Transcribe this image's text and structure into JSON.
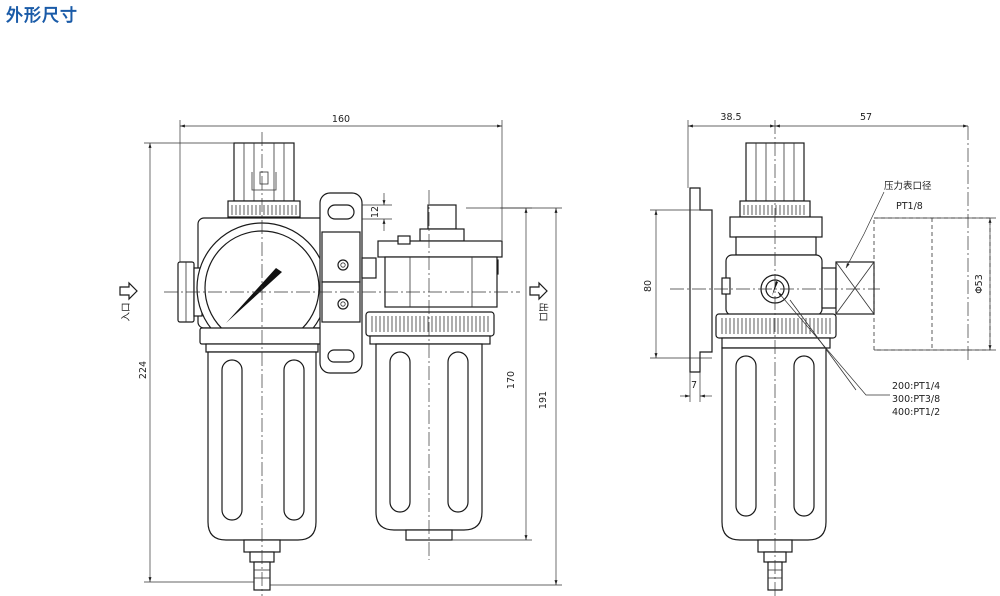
{
  "title": "外形尺寸",
  "labels": {
    "inlet": "入口",
    "outlet": "出口",
    "gauge_port": "压力表口径",
    "gauge_thread": "PT1/8",
    "port_200": "200:PT1/4",
    "port_300": "300:PT3/8",
    "port_400": "400:PT1/2"
  },
  "dimensions": {
    "total_width": "160",
    "total_height": "224",
    "filter_height": "170",
    "overall_height": "191",
    "bracket_offset": "12",
    "side_left": "38.5",
    "side_right": "57",
    "bracket_height": "80",
    "bracket_thickness": "7",
    "gauge_diameter": "Φ53"
  }
}
